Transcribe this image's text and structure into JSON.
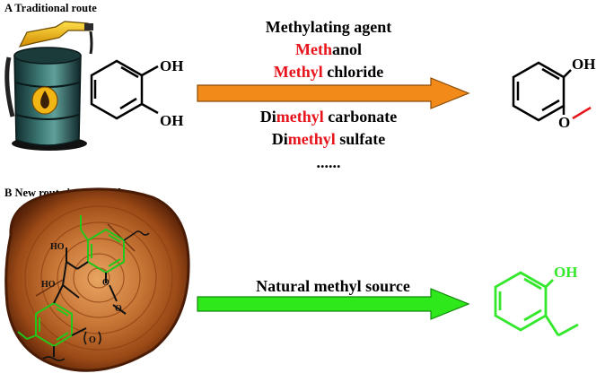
{
  "panel_a": {
    "label": "A Traditional route",
    "reactant_oh_top": "OH",
    "reactant_oh_bottom": "OH",
    "reagents": {
      "heading": "Methylating agent",
      "methanol": {
        "highlight": "Meth",
        "rest": "anol"
      },
      "methyl_chloride": {
        "highlight": "Methyl",
        "rest": " chloride"
      },
      "dimethyl_carbonate": {
        "prefix": "Di",
        "highlight": "methyl",
        "rest": " carbonate"
      },
      "dimethyl_sulfate": {
        "prefix": "Di",
        "highlight": "methyl",
        "rest": " sulfate"
      },
      "more": "......"
    },
    "product_oh": "OH",
    "product_o": "O",
    "arrow_color": "#f28a1a",
    "methyl_bond_color": "#e8141b"
  },
  "panel_b": {
    "label": "B New route in this work",
    "arrow_text": "Natural methyl source",
    "arrow_color": "#2ee81c",
    "lignin_ho_top": "HO",
    "lignin_ho_bottom": "HO",
    "lignin_o_labels": [
      "O",
      "O",
      "O"
    ],
    "product_oh": "OH",
    "product_color": "#33e82a"
  },
  "colors": {
    "highlight": "#e8141b",
    "wood": "#b35a1c",
    "wood_dark": "#6b2c0c"
  }
}
